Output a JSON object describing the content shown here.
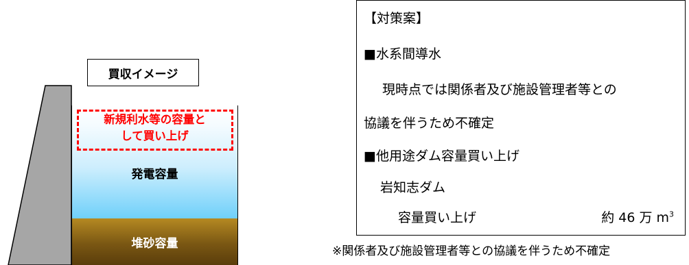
{
  "diagram": {
    "title": "買収イメージ",
    "new_capacity_line1": "新規利水等の容量と",
    "new_capacity_line2": "して買い上げ",
    "power_capacity": "発電容量",
    "sediment_capacity": "堆砂容量",
    "colors": {
      "water_top": "#ffffff",
      "water_bottom": "#6fd0fa",
      "sediment": "#7a5713",
      "highlight": "#ff0000",
      "dam": "#a6a6a6"
    }
  },
  "plan": {
    "heading": "【対策案】",
    "item1_title": "■水系間導水",
    "item1_line1": "現時点では関係者及び施設管理者等との",
    "item1_line2": "協議を伴うため不確定",
    "item2_title": "■他用途ダム容量買い上げ",
    "item2_dam": "岩知志ダム",
    "item2_label": "容量買い上げ",
    "item2_value": "約 46 万 m",
    "item2_unit_sup": "3"
  },
  "footnote": "※関係者及び施設管理者等との協議を伴うため不確定"
}
